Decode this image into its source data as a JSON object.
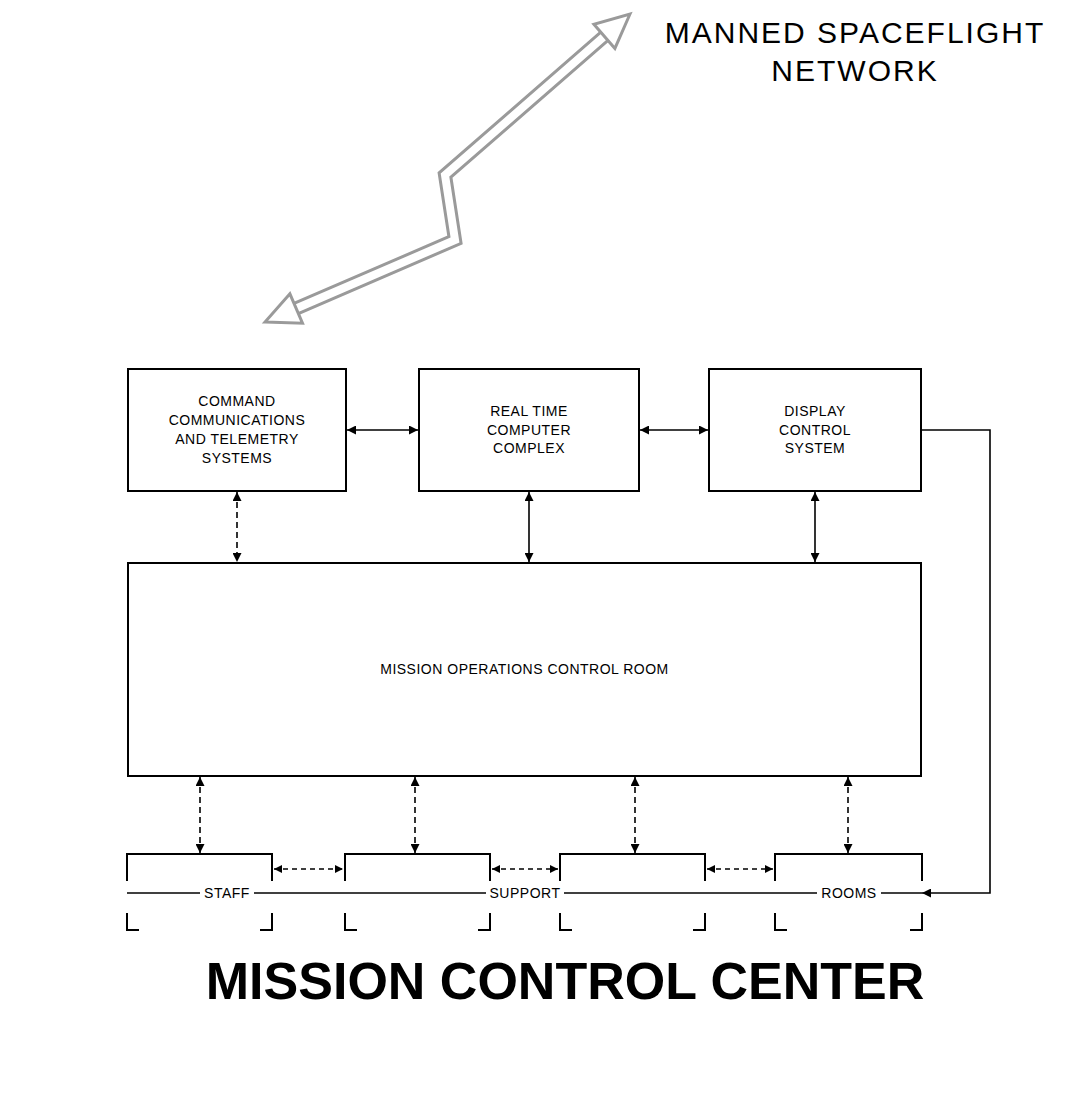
{
  "diagram": {
    "nodes": [
      {
        "text": [
          "MISSION CONTROL CENTER"
        ]
      },
      {
        "text": [
          "COMMAND COMMUNICATIONS AND TELEMETRY SYSTEMS"
        ],
        "in": 0
      },
      {
        "text": [
          "REAL TIME COMPUTER COMPLEX"
        ],
        "in": 0
      },
      {
        "text": [
          "DISPLAY CONTROL SYSTEM"
        ],
        "in": 0
      },
      {
        "text": [
          "MISSION OPERATIONS CONTROL ROOM"
        ],
        "in": 0
      },
      {
        "text": [
          "STAFF",
          "SUPPORT",
          "ROOMS"
        ],
        "in": 0
      }
    ],
    "edges": [
      {
        "from": 1,
        "to": 2,
        "arrow": "both"
      },
      {
        "from": 2,
        "to": 3,
        "arrow": "both"
      },
      {
        "from": 1,
        "to": 4,
        "arrow": "both"
      },
      {
        "from": 2,
        "to": 4,
        "arrow": "both"
      },
      {
        "from": 3,
        "to": 4,
        "arrow": "both"
      },
      {
        "from": 4,
        "to": 5,
        "arrow": "both"
      },
      {
        "from": 4,
        "to": 5,
        "arrow": "both"
      },
      {
        "from": 4,
        "to": 5,
        "arrow": "both"
      },
      {
        "from": 4,
        "to": 5,
        "arrow": "both"
      },
      {
        "from": 3,
        "to": 5,
        "arrow": "to"
      }
    ],
    "labels": [
      "MANNED SPACEFLIGHT NETWORK"
    ]
  }
}
